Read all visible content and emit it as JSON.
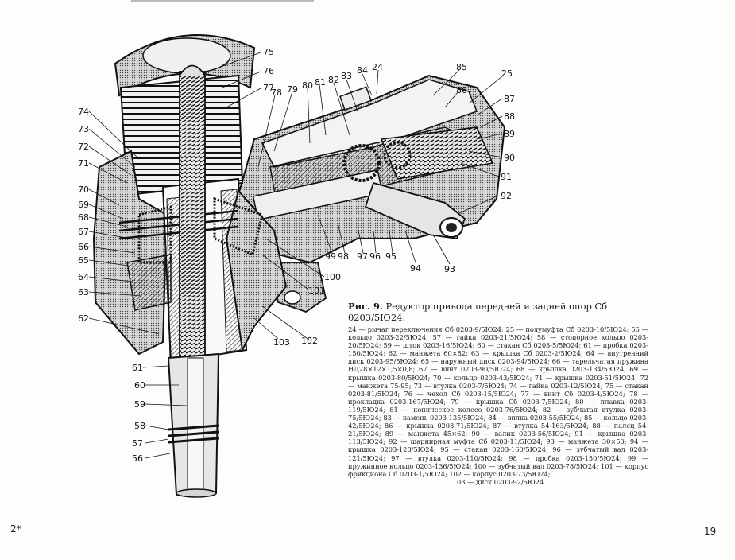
{
  "figure": {
    "callouts": [
      {
        "id": "75",
        "text": "75"
      },
      {
        "id": "76",
        "text": "76"
      },
      {
        "id": "77",
        "text": "77"
      },
      {
        "id": "78",
        "text": "78"
      },
      {
        "id": "79",
        "text": "79"
      },
      {
        "id": "80",
        "text": "80"
      },
      {
        "id": "81",
        "text": "81"
      },
      {
        "id": "82",
        "text": "82"
      },
      {
        "id": "83",
        "text": "83"
      },
      {
        "id": "84",
        "text": "84"
      },
      {
        "id": "24",
        "text": "24"
      },
      {
        "id": "85",
        "text": "85"
      },
      {
        "id": "25",
        "text": "25"
      },
      {
        "id": "86",
        "text": "86"
      },
      {
        "id": "87",
        "text": "87"
      },
      {
        "id": "88",
        "text": "88"
      },
      {
        "id": "89",
        "text": "89"
      },
      {
        "id": "90",
        "text": "90"
      },
      {
        "id": "91",
        "text": "91"
      },
      {
        "id": "92",
        "text": "92"
      },
      {
        "id": "74",
        "text": "74"
      },
      {
        "id": "73",
        "text": "73"
      },
      {
        "id": "72",
        "text": "72"
      },
      {
        "id": "71",
        "text": "71"
      },
      {
        "id": "70",
        "text": "70"
      },
      {
        "id": "69",
        "text": "69"
      },
      {
        "id": "68",
        "text": "68"
      },
      {
        "id": "67",
        "text": "67"
      },
      {
        "id": "66",
        "text": "66"
      },
      {
        "id": "65",
        "text": "65"
      },
      {
        "id": "64",
        "text": "64"
      },
      {
        "id": "63",
        "text": "63"
      },
      {
        "id": "62",
        "text": "62"
      },
      {
        "id": "61",
        "text": "61"
      },
      {
        "id": "60",
        "text": "60"
      },
      {
        "id": "59",
        "text": "59"
      },
      {
        "id": "58",
        "text": "58"
      },
      {
        "id": "57",
        "text": "57"
      },
      {
        "id": "56",
        "text": "56"
      },
      {
        "id": "99",
        "text": "99"
      },
      {
        "id": "98",
        "text": "98"
      },
      {
        "id": "97",
        "text": "97"
      },
      {
        "id": "96",
        "text": "96"
      },
      {
        "id": "95",
        "text": "95"
      },
      {
        "id": "94",
        "text": "94"
      },
      {
        "id": "93",
        "text": "93"
      },
      {
        "id": "100",
        "text": "100"
      },
      {
        "id": "101",
        "text": "101"
      },
      {
        "id": "103",
        "text": "103"
      },
      {
        "id": "102",
        "text": "102"
      }
    ]
  },
  "caption": {
    "title_prefix": "Рис. 9.",
    "title_text": " Редуктор привода передней и задней опор Сб 0203/5Ю24:",
    "body": "24 — рычаг переключения Сб 0203-9/5Ю24; 25 — полумуфта Сб 0203-10/5Ю24; 56 — кольцо 0203-22/5Ю24; 57 — гайка 0203-21/5Ю24; 58 — стопорное кольцо 0203-20/5Ю24; 59 — шток 0203-16/5Ю24; 60 — стакан Сб 0203-5/5Ю24; 61 — пробка 0203-150/5Ю24; 62 — манжета 60×82; 63 — крышка Сб 0203-2/5Ю24; 64 — внутренний диск 0203-95/5Ю24; 65 — наружный диск 0203-94/5Ю24; 66 — тарельчатая пружина НД28×12×1,5×0,8; 67 — винт 0203-90/5Ю24; 68 — крышка 0203-134/5Ю24; 69 — крышка 0203-80/5Ю24; 70 — кольцо 0203-43/5Ю24; 71 — крышка 0203-51/5Ю24; 72 — манжета 75-95; 73 — втулка 0203-7/5Ю24; 74 — гайка 0203-12/5Ю24; 75 — стакан 0203-81/5Ю24; 76 — чехол Сб 0203-15/5Ю24; 77 — винт Сб 0203-4/5Ю24; 78 — прокладка 0203-167/5Ю24; 79 — крышка Сб 0203-7/5Ю24; 80 — плавка 0203-119/5Ю24; 81 — коническое колесо 0203-76/5Ю24; 82 — зубчатая втулка 0203-75/5Ю24; 83 — камень 0203-135/5Ю24; 84 — вилка 0203-55/5Ю24; 85 — кольцо 0203-42/5Ю24; 86 — крышка 0203-71/5Ю24; 87 — втулка 54-163/5Ю24; 88 — палец 54-21/5Ю24; 89 — манжета 45×62; 90 — валик 0203-56/5Ю24; 91 — крышка 0203-113/5Ю24; 92 — шарнирная муфта Сб 0203-11/5Ю24; 93 — манжета 30×50; 94 — крышка 0203-128/5Ю24; 95 — стакан 0203-160/5Ю24; 96 — зубчатый вал 0203-121/5Ю24; 97 — втулка 0203-110/5Ю24; 98 — пробка 0203-150/5Ю24; 99 — пружинное кольцо 0203-136/5Ю24; 100 — зубчатый вал 0203-78/5Ю24; 101 — корпус фрикциона Сб 0203-1/5Ю24; 102 — корпус 0203-73/5Ю24;",
    "last_line": "103 — диск 0203-92/5Ю24"
  },
  "page_numbers": {
    "left": "2*",
    "right": "19"
  }
}
